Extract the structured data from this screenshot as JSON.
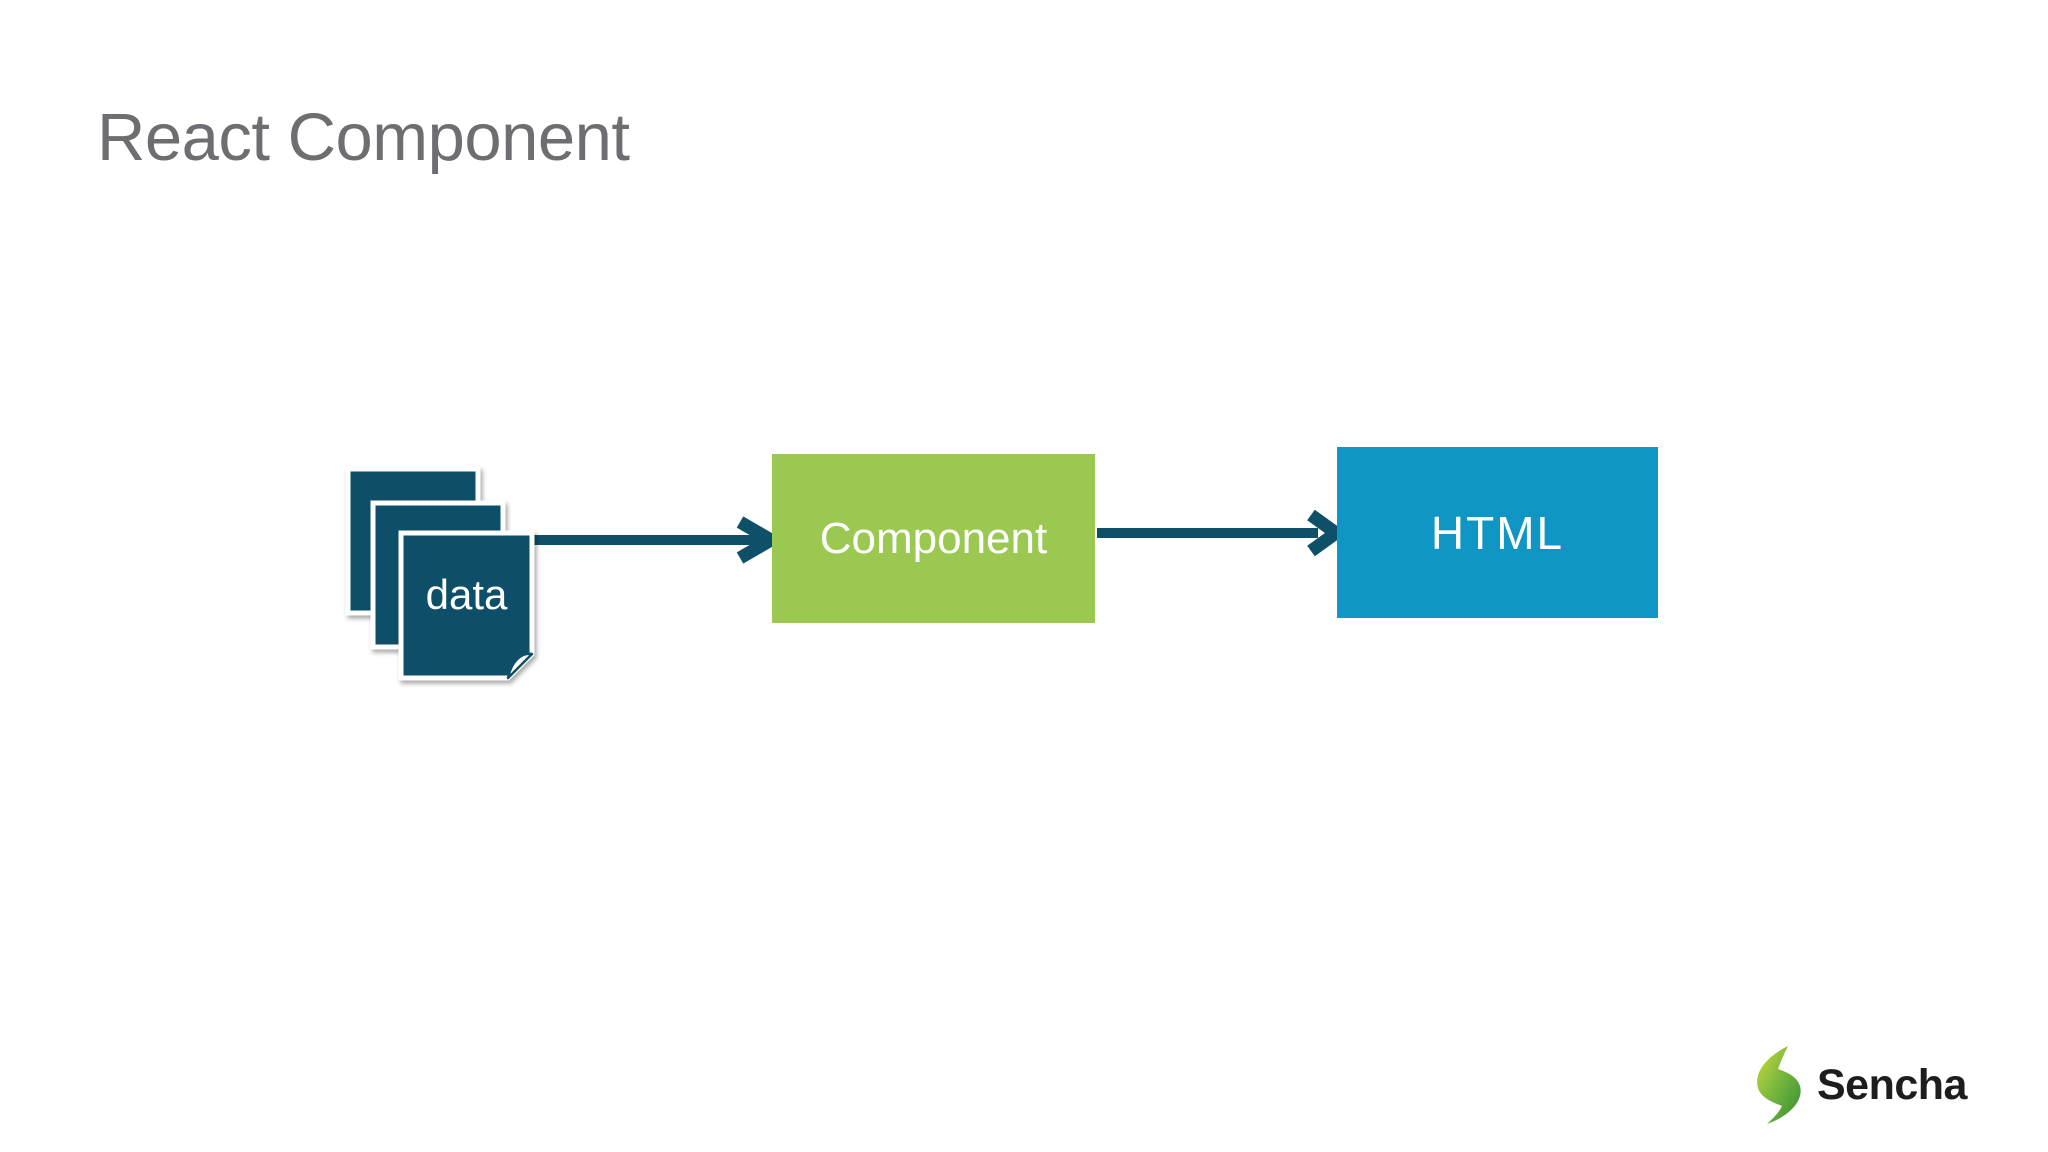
{
  "slide": {
    "title": "React Component",
    "background_color": "#ffffff",
    "title_color": "#6d6e71"
  },
  "diagram": {
    "data_stack": {
      "icon": "data-documents-icon",
      "label": "data",
      "fill_color": "#0e5068",
      "border_color": "#ffffff",
      "document_count": 3
    },
    "arrows": {
      "icon": "right-arrow-icon",
      "color": "#0e5068",
      "count": 2
    },
    "component_box": {
      "label": "Component",
      "fill_color": "#9ac850",
      "text_color": "#ffffff"
    },
    "html_box": {
      "label": "HTML",
      "fill_color": "#1096c4",
      "text_color": "#ffffff"
    }
  },
  "footer": {
    "brand": "Sencha",
    "logo_icon": "sencha-leaf-icon",
    "leaf_colors": [
      "#cddc39",
      "#7cb93e",
      "#2f8c36"
    ],
    "text_color": "#1f1c1d"
  }
}
